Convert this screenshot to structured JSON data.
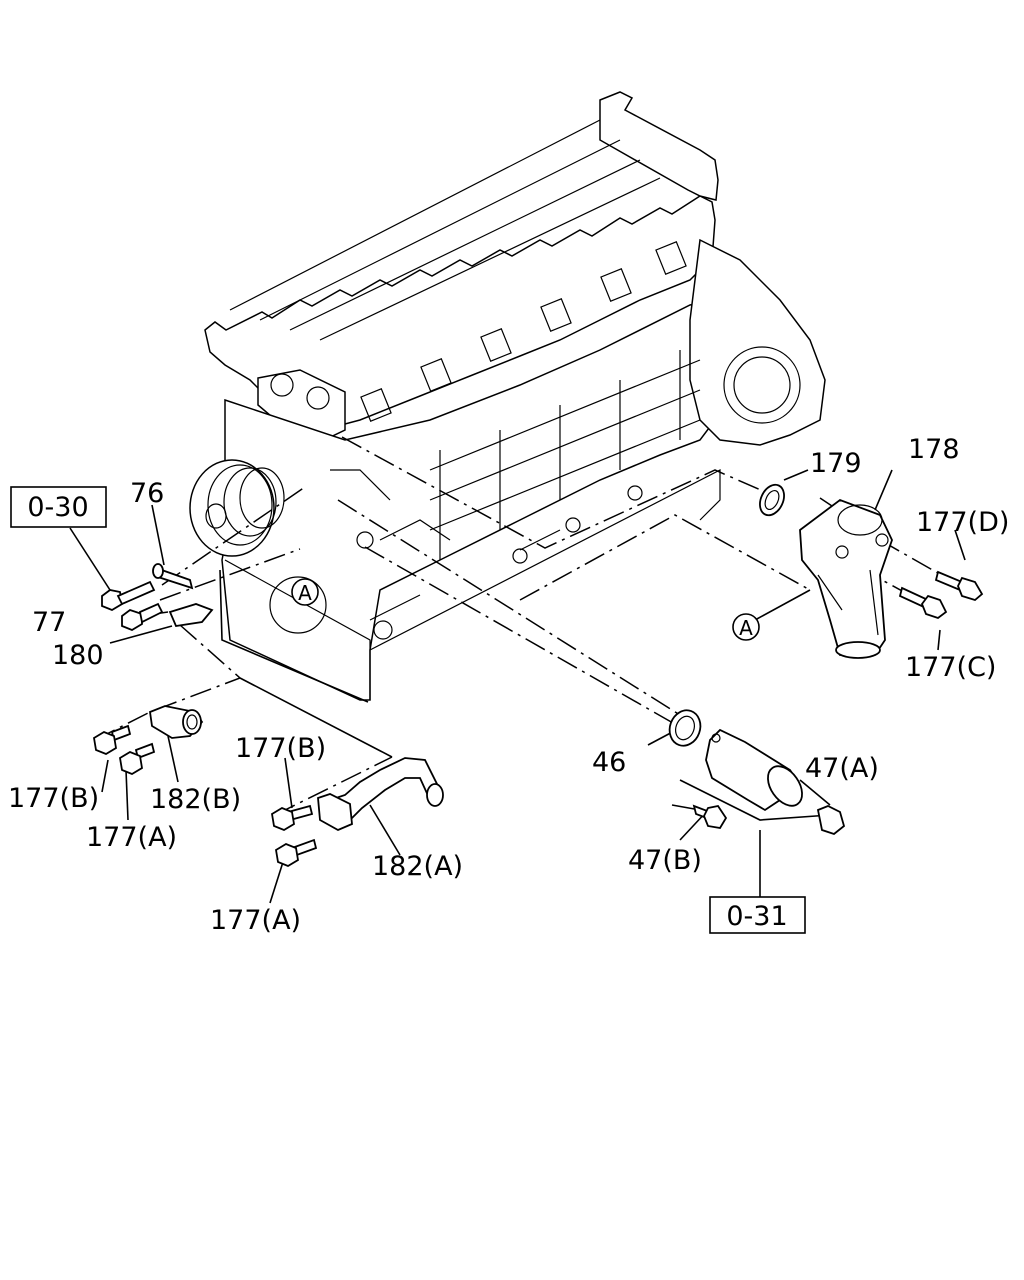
{
  "refs": {
    "ref_0_30": "0-30",
    "ref_0_31": "0-31"
  },
  "labels": {
    "p76": "76",
    "p77": "77",
    "p180": "180",
    "p179": "179",
    "p178": "178",
    "p177d": "177(D)",
    "p177c": "177(C)",
    "p46": "46",
    "p47a": "47(A)",
    "p47b": "47(B)",
    "p177b_left": "177(B)",
    "p182b": "182(B)",
    "p177a_left": "177(A)",
    "p177b_mid": "177(B)",
    "p182a": "182(A)",
    "p177a_mid": "177(A)"
  },
  "markers": {
    "a_left": "A",
    "a_right": "A"
  }
}
